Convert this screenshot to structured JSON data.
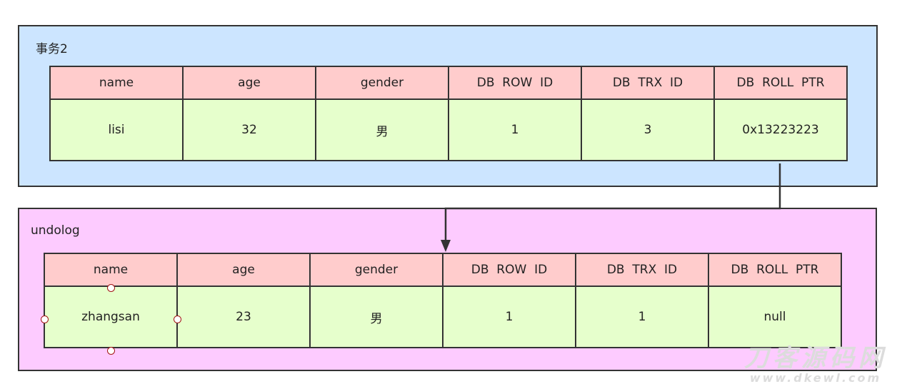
{
  "top_block": {
    "title": "事务2",
    "columns": [
      "name",
      "age",
      "gender",
      "DB  ROW  ID",
      "DB  TRX  ID",
      "DB  ROLL  PTR"
    ],
    "row": [
      "lisi",
      "32",
      "男",
      "1",
      "3",
      "0x13223223"
    ]
  },
  "undolog_block": {
    "title": "undolog",
    "columns": [
      "name",
      "age",
      "gender",
      "DB  ROW  ID",
      "DB  TRX  ID",
      "DB  ROLL  PTR"
    ],
    "row": [
      "zhangsan",
      "23",
      "男",
      "1",
      "1",
      "null"
    ]
  },
  "watermark": {
    "line1": "刀客源码网",
    "line2": "www.dkewl.com"
  },
  "colors": {
    "top_panel": "#cce5ff",
    "undolog_panel": "#fdcbff",
    "header_cell": "#ffcccc",
    "value_cell": "#e6ffcc",
    "stroke": "#333333"
  }
}
